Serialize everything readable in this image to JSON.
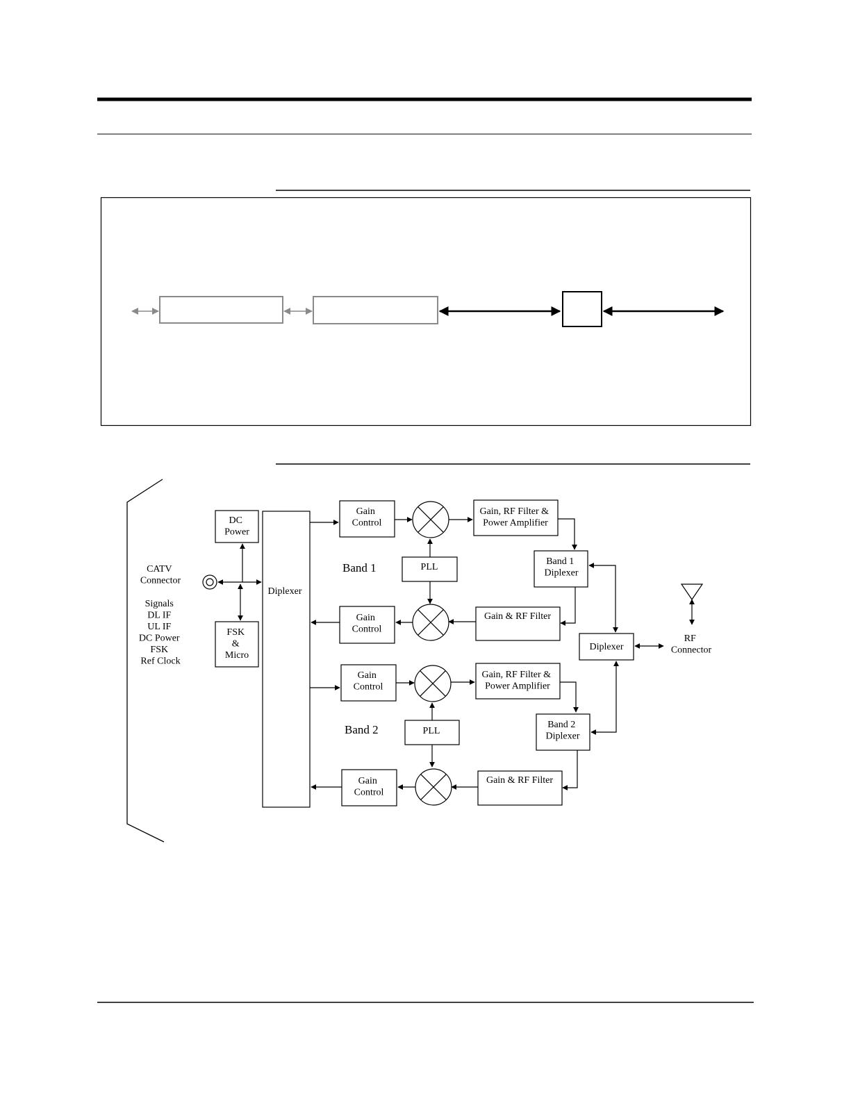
{
  "colors": {
    "ink": "#000000",
    "light_box": "#8a8a8a"
  },
  "block_diagram": {
    "bands": [
      "Band 1",
      "Band 2"
    ],
    "catv": {
      "title": [
        "CATV",
        "Connector"
      ],
      "signals": [
        "Signals",
        "DL IF",
        "UL IF",
        "DC Power",
        "FSK",
        "Ref Clock"
      ]
    },
    "dc_power": [
      "DC",
      "Power"
    ],
    "fsk": [
      "FSK",
      "&",
      "Micro"
    ],
    "main_diplexer": "Diplexer",
    "gain_control": [
      "Gain",
      "Control"
    ],
    "pll": "PLL",
    "tx_chain": [
      "Gain, RF Filter &",
      "Power Amplifier"
    ],
    "rx_chain": "Gain & RF Filter",
    "band1_diplexer": [
      "Band 1",
      "Diplexer"
    ],
    "band2_diplexer": [
      "Band 2",
      "Diplexer"
    ],
    "output_diplexer": "Diplexer",
    "rf_connector": [
      "RF",
      "Connector"
    ]
  }
}
